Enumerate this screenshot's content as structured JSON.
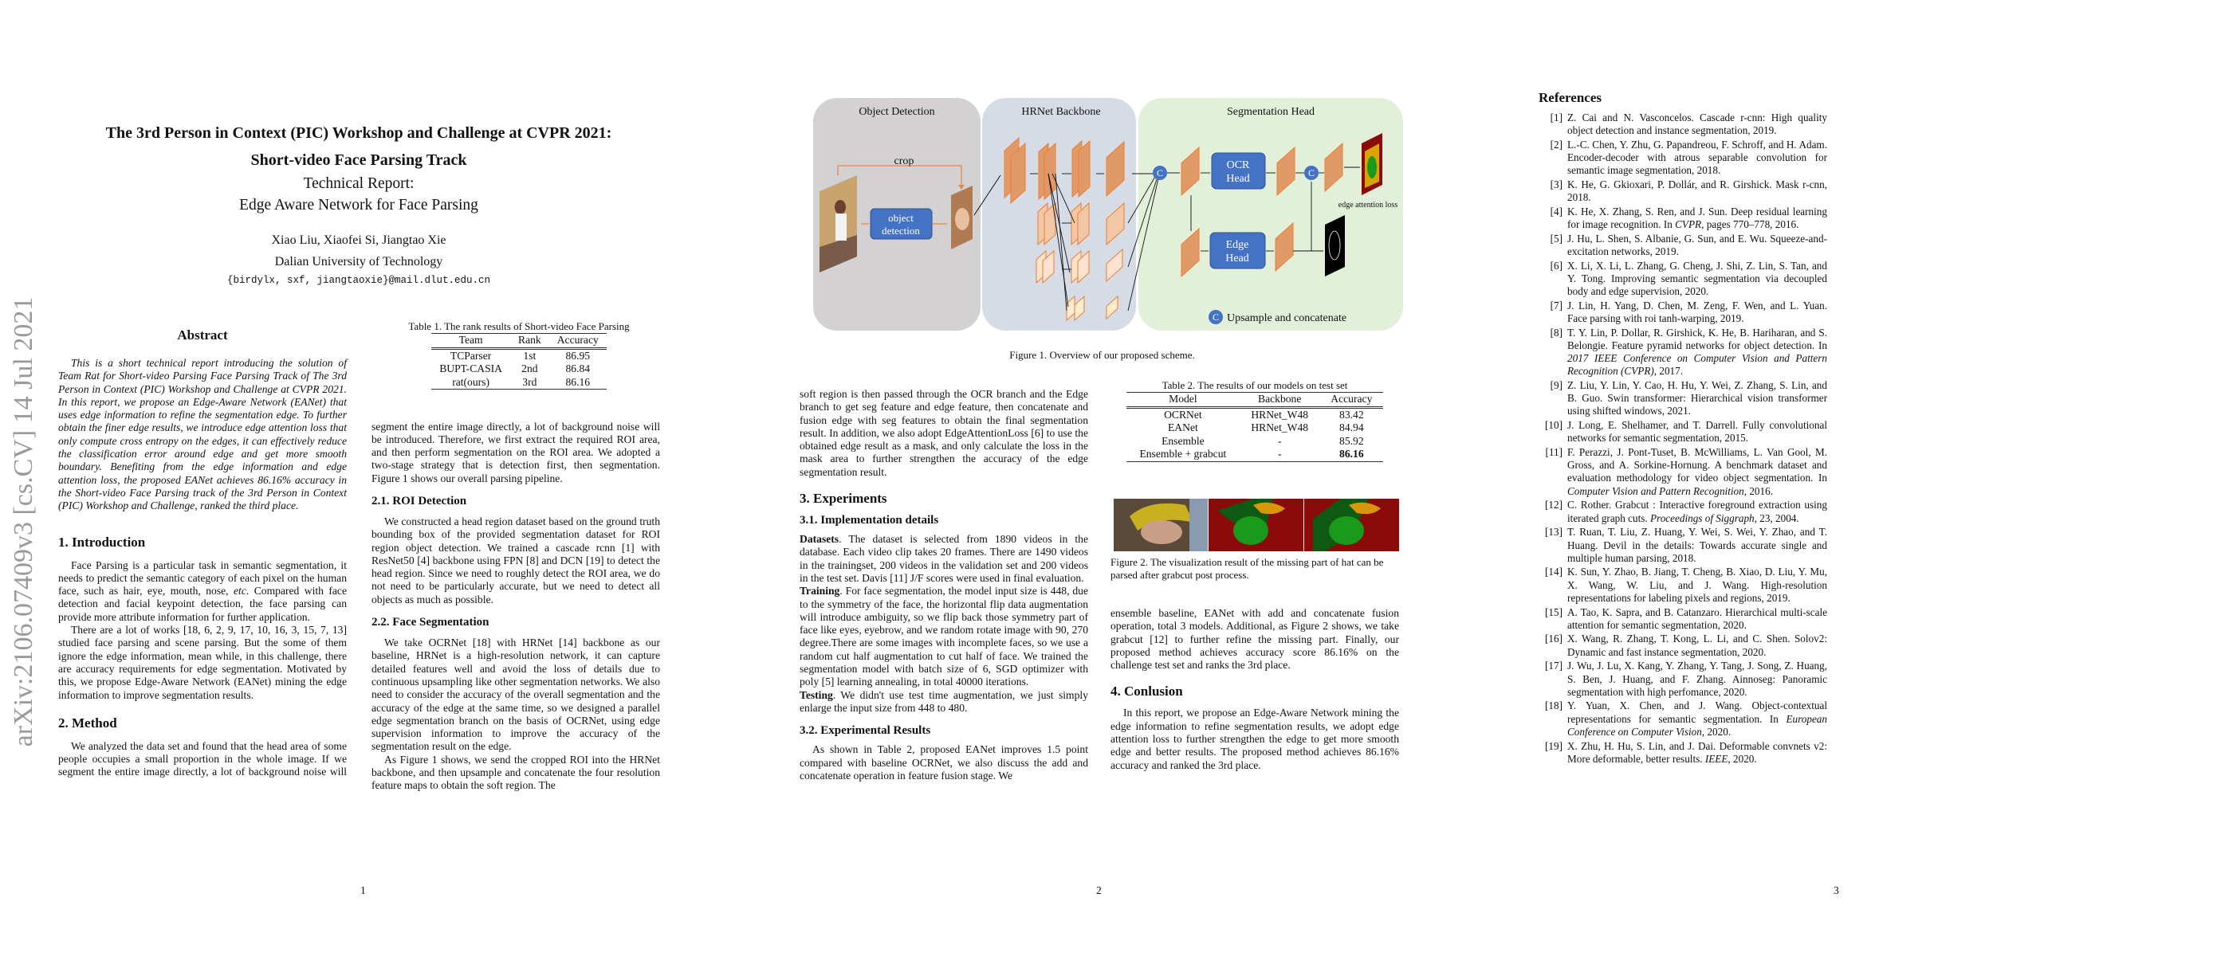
{
  "watermark": "arXiv:2106.07409v3  [cs.CV]  14 Jul 2021",
  "page1": {
    "title_line1": "The 3rd Person in Context (PIC) Workshop and Challenge at CVPR 2021:",
    "title_line2": "Short-video Face Parsing Track",
    "subtitle_line1": "Technical Report:",
    "subtitle_line2": "Edge Aware Network for Face Parsing",
    "authors": "Xiao Liu, Xiaofei Si, Jiangtao Xie",
    "affiliation": "Dalian University of Technology",
    "email": "{birdylx, sxf, jiangtaoxie}@mail.dlut.edu.cn",
    "abstract_heading": "Abstract",
    "abstract": "This is a short technical report introducing the solution of Team Rat for Short-video Parsing Face Parsing Track of The 3rd Person in Context (PIC) Workshop and Challenge at CVPR 2021. In this report, we propose an Edge-Aware Network (EANet) that uses edge information to refine the segmentation edge. To further obtain the finer edge results, we introduce edge attention loss that only compute cross entropy on the edges, it can effectively reduce the classification error around edge and get more smooth boundary. Benefiting from the edge information and edge attention loss, the proposed EANet achieves 86.16% accuracy in the Short-video Face Parsing track of the 3rd Person in Context (PIC) Workshop and Challenge, ranked the third place.",
    "intro_heading": "1. Introduction",
    "intro_p1_pre": "Face Parsing is a particular task in semantic segmentation, it needs to predict the semantic category of each pixel on the human face, such as hair, eye, mouth, nose, ",
    "intro_p1_ital": "etc",
    "intro_p1_post": ". Compared with face detection and facial keypoint detection, the face parsing can provide more attribute information for further application.",
    "intro_p2": "There are a lot of works [18, 6, 2, 9, 17, 10, 16, 3, 15, 7, 13] studied face parsing and scene parsing. But the some of them ignore the edge information, mean while, in this challenge, there are accuracy requirements for edge segmentation. Motivated by this, we propose Edge-Aware Network (EANet) mining the edge information to improve segmentation results.",
    "method_heading": "2. Method",
    "method_p1": "We analyzed the data set and found that the head area of some people occupies a small proportion in the whole image. If we segment the entire image directly, a lot of background noise will be introduced. Therefore, we first extract the required ROI area, and then perform segmentation on the ROI area. We adopted a two-stage strategy that is detection first, then segmentation. Figure 1 shows our overall parsing pipeline.",
    "table1": {
      "caption": "Table 1. The rank results of Short-video Face Parsing",
      "headers": [
        "Team",
        "Rank",
        "Accuracy"
      ],
      "rows": [
        [
          "TCParser",
          "1st",
          "86.95"
        ],
        [
          "BUPT-CASIA",
          "2nd",
          "86.84"
        ],
        [
          "rat(ours)",
          "3rd",
          "86.16"
        ]
      ]
    },
    "roi_heading": "2.1. ROI Detection",
    "roi_p": "We constructed a head region dataset based on the ground truth bounding box of the provided segmentation dataset for ROI region object detection. We trained a cascade rcnn [1] with ResNet50 [4] backbone using FPN [8] and DCN [19] to detect the head region. Since we need to roughly detect the ROI area, we do not need to be particularly accurate, but we need to detect all objects as much as possible.",
    "seg_heading": "2.2. Face Segmentation",
    "seg_p1": "We take OCRNet [18] with HRNet [14] backbone as our baseline, HRNet is a high-resolution network, it can capture detailed features well and avoid the loss of details due to continuous upsampling like other segmentation networks. We also need to consider the accuracy of the overall segmentation and the accuracy of the edge at the same time, so we designed a parallel edge segmentation branch on the basis of OCRNet, using edge supervision information to improve the accuracy of the segmentation result on the edge.",
    "seg_p2": "As Figure 1 shows, we send the cropped ROI into the HRNet backbone, and then upsample and concatenate the four resolution feature maps to obtain the soft region. The",
    "page_number": "1"
  },
  "page2": {
    "figure1": {
      "panel_detection": "Object Detection",
      "panel_backbone": "HRNet Backbone",
      "panel_head": "Segmentation Head",
      "crop_label": "crop",
      "detection_box_line1": "object",
      "detection_box_line2": "detection",
      "ocr_head_line1": "OCR",
      "ocr_head_line2": "Head",
      "edge_head_line1": "Edge",
      "edge_head_line2": "Head",
      "concat_symbol": "C",
      "edge_loss_label": "edge attention loss",
      "legend_label": "Upsample and concatenate",
      "caption": "Figure 1. Overview of our proposed scheme."
    },
    "left_p1": "soft region is then passed through the OCR branch and the Edge branch to get seg feature and edge feature, then concatenate and fusion edge with seg features to obtain the final segmentation result. In addition, we also adopt EdgeAttentionLoss [6] to use the obtained edge result as a mask, and only calculate the loss in the mask area to further strengthen the accuracy of the edge segmentation result.",
    "exp_heading": "3. Experiments",
    "impl_heading": "3.1. Implementation details",
    "datasets_lead": "Datasets",
    "datasets_text": ". The dataset is selected from 1890 videos in the database. Each video clip takes 20 frames. There are 1490 videos in the trainingset, 200 videos in the validation set and 200 videos in the test set. Davis [11] J/F scores were used in final evaluation.",
    "training_lead": "Training",
    "training_text": ". For face segmentation, the model input size is 448, due to the symmetry of the face, the horizontal flip data augmentation will introduce ambiguity, so we flip back those symmetry part of face like eyes, eyebrow, and we random rotate image with 90, 270 degree.There are some images with incomplete faces, so we use a random cut half augmentation to cut half of face. We trained the segmentation model with batch size of 6, SGD optimizer with poly [5] learning annealing, in total 40000 iterations.",
    "testing_lead": "Testing",
    "testing_text": ". We didn't use test time augmentation, we just simply enlarge the input size from 448 to 480.",
    "results_heading": "3.2. Experimental Results",
    "results_p": "As shown in Table 2, proposed EANet improves 1.5 point compared with baseline OCRNet, we also discuss the add and concatenate operation in feature fusion stage. We",
    "table2": {
      "caption": "Table 2. The results of our models on test set",
      "headers": [
        "Model",
        "Backbone",
        "Accuracy"
      ],
      "rows": [
        [
          "OCRNet",
          "HRNet_W48",
          "83.42"
        ],
        [
          "EANet",
          "HRNet_W48",
          "84.94"
        ],
        [
          "Ensemble",
          "-",
          "85.92"
        ],
        [
          "Ensemble + grabcut",
          "-",
          "86.16"
        ]
      ]
    },
    "figure2_caption": "Figure 2. The visualization result of the missing part of hat can be parsed after grabcut post process.",
    "right_p1": "ensemble baseline, EANet with add and concatenate fusion operation, total 3 models. Additional, as Figure 2 shows, we take grabcut [12] to further refine the missing part. Finally, our proposed method achieves accuracy score 86.16% on the challenge test set and ranks the 3rd place.",
    "conclusion_heading": "4. Conlusion",
    "conclusion_p": "In this report, we propose an Edge-Aware Network mining the edge information to refine segmentation results, we adopt edge attention loss to further strengthen the edge to get more smooth edge and better results. The proposed method achieves 86.16% accuracy and ranked the 3rd place.",
    "page_number": "2"
  },
  "page3": {
    "heading": "References",
    "refs": [
      {
        "n": "[1]",
        "pre": "Z. Cai and N. Vasconcelos. Cascade r-cnn: High quality object detection and instance segmentation, 2019.",
        "ital": "",
        "post": ""
      },
      {
        "n": "[2]",
        "pre": "L.-C. Chen, Y. Zhu, G. Papandreou, F. Schroff, and H. Adam. Encoder-decoder with atrous separable convolution for semantic image segmentation, 2018.",
        "ital": "",
        "post": ""
      },
      {
        "n": "[3]",
        "pre": "K. He, G. Gkioxari, P. Dollár, and R. Girshick. Mask r-cnn, 2018.",
        "ital": "",
        "post": ""
      },
      {
        "n": "[4]",
        "pre": "K. He, X. Zhang, S. Ren, and J. Sun. Deep residual learning for image recognition. In ",
        "ital": "CVPR",
        "post": ", pages 770–778, 2016."
      },
      {
        "n": "[5]",
        "pre": "J. Hu, L. Shen, S. Albanie, G. Sun, and E. Wu. Squeeze-and-excitation networks, 2019.",
        "ital": "",
        "post": ""
      },
      {
        "n": "[6]",
        "pre": "X. Li, X. Li, L. Zhang, G. Cheng, J. Shi, Z. Lin, S. Tan, and Y. Tong. Improving semantic segmentation via decoupled body and edge supervision, 2020.",
        "ital": "",
        "post": ""
      },
      {
        "n": "[7]",
        "pre": "J. Lin, H. Yang, D. Chen, M. Zeng, F. Wen, and L. Yuan. Face parsing with roi tanh-warping, 2019.",
        "ital": "",
        "post": ""
      },
      {
        "n": "[8]",
        "pre": "T. Y. Lin, P. Dollar, R. Girshick, K. He, B. Hariharan, and S. Belongie. Feature pyramid networks for object detection. In ",
        "ital": "2017 IEEE Conference on Computer Vision and Pattern Recognition (CVPR)",
        "post": ", 2017."
      },
      {
        "n": "[9]",
        "pre": "Z. Liu, Y. Lin, Y. Cao, H. Hu, Y. Wei, Z. Zhang, S. Lin, and B. Guo. Swin transformer: Hierarchical vision transformer using shifted windows, 2021.",
        "ital": "",
        "post": ""
      },
      {
        "n": "[10]",
        "pre": "J. Long, E. Shelhamer, and T. Darrell. Fully convolutional networks for semantic segmentation, 2015.",
        "ital": "",
        "post": ""
      },
      {
        "n": "[11]",
        "pre": "F. Perazzi, J. Pont-Tuset, B. McWilliams, L. Van Gool, M. Gross, and A. Sorkine-Hornung. A benchmark dataset and evaluation methodology for video object segmentation. In ",
        "ital": "Computer Vision and Pattern Recognition",
        "post": ", 2016."
      },
      {
        "n": "[12]",
        "pre": "C. Rother. Grabcut : Interactive foreground extraction using iterated graph cuts. ",
        "ital": "Proceedings of Siggraph",
        "post": ", 23, 2004."
      },
      {
        "n": "[13]",
        "pre": "T. Ruan, T. Liu, Z. Huang, Y. Wei, S. Wei, Y. Zhao, and T. Huang. Devil in the details: Towards accurate single and multiple human parsing, 2018.",
        "ital": "",
        "post": ""
      },
      {
        "n": "[14]",
        "pre": "K. Sun, Y. Zhao, B. Jiang, T. Cheng, B. Xiao, D. Liu, Y. Mu, X. Wang, W. Liu, and J. Wang. High-resolution representations for labeling pixels and regions, 2019.",
        "ital": "",
        "post": ""
      },
      {
        "n": "[15]",
        "pre": "A. Tao, K. Sapra, and B. Catanzaro. Hierarchical multi-scale attention for semantic segmentation, 2020.",
        "ital": "",
        "post": ""
      },
      {
        "n": "[16]",
        "pre": "X. Wang, R. Zhang, T. Kong, L. Li, and C. Shen. Solov2: Dynamic and fast instance segmentation, 2020.",
        "ital": "",
        "post": ""
      },
      {
        "n": "[17]",
        "pre": "J. Wu, J. Lu, X. Kang, Y. Zhang, Y. Tang, J. Song, Z. Huang, S. Ben, J. Huang, and F. Zhang. Ainnoseg: Panoramic segmentation with high perfomance, 2020.",
        "ital": "",
        "post": ""
      },
      {
        "n": "[18]",
        "pre": "Y. Yuan, X. Chen, and J. Wang. Object-contextual representations for semantic segmentation. In ",
        "ital": "European Conference on Computer Vision",
        "post": ", 2020."
      },
      {
        "n": "[19]",
        "pre": "X. Zhu, H. Hu, S. Lin, and J. Dai. Deformable convnets v2: More deformable, better results. ",
        "ital": "IEEE",
        "post": ", 2020."
      }
    ],
    "page_number": "3"
  },
  "colors": {
    "panel_detection": "#d3d1d2",
    "panel_backbone": "#d5dce6",
    "panel_head": "#e2efd9",
    "head_box": "#4472c4",
    "feature_map": "#e5a070",
    "feature_edge": "#ed7d31",
    "seg_background": "#8b0a0a",
    "seg_face": "#1a8f1a",
    "watermark": "#9a9a9a"
  }
}
